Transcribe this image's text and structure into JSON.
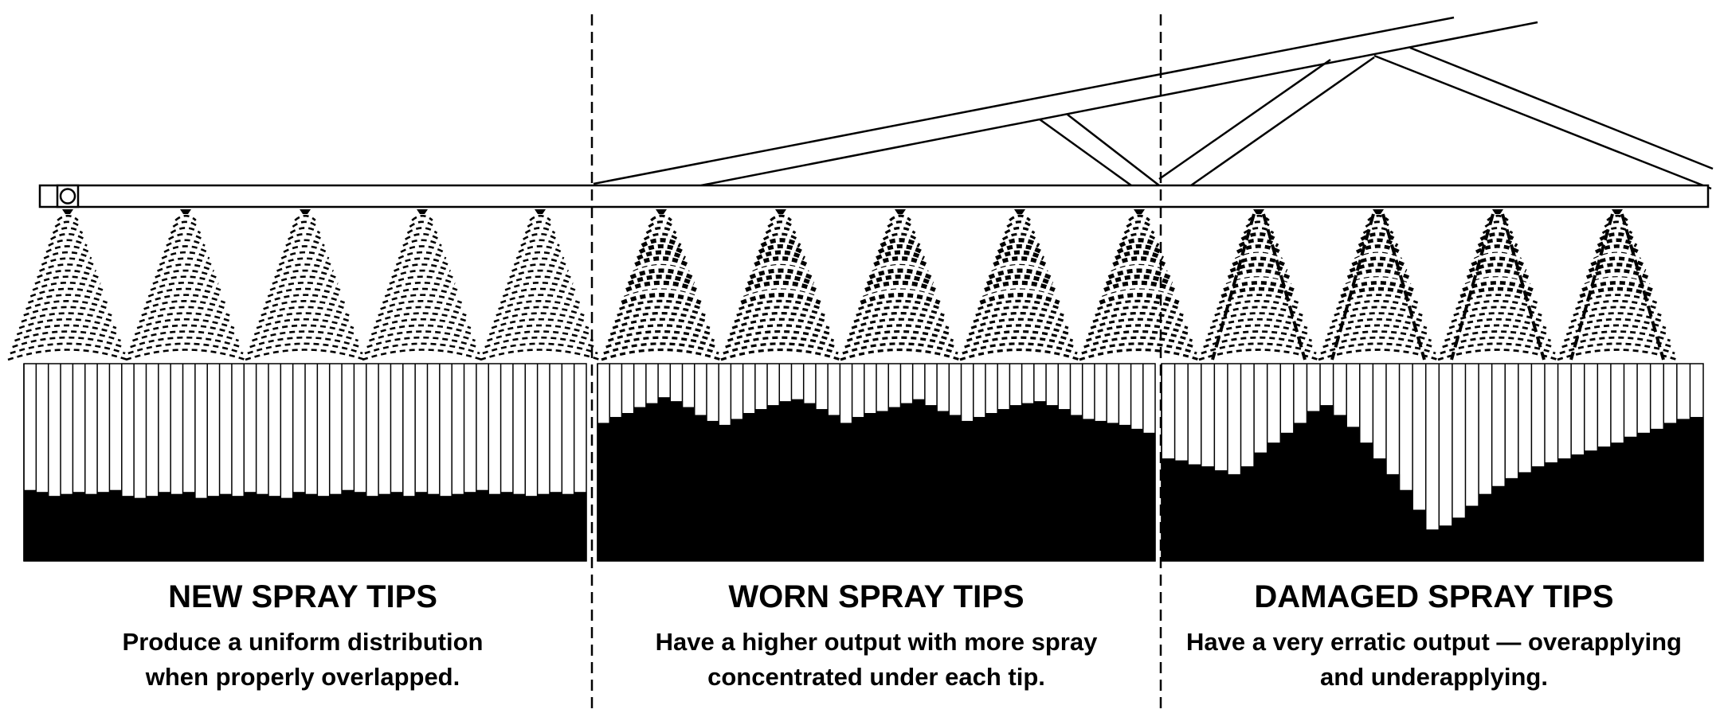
{
  "panels": [
    {
      "id": "new",
      "title": "NEW SPRAY TIPS",
      "description_lines": [
        "Produce a uniform distribution",
        "when properly overlapped."
      ],
      "nozzle_count": 5,
      "spray_pattern": "uniform",
      "collection_levels": [
        0.36,
        0.35,
        0.33,
        0.34,
        0.35,
        0.34,
        0.35,
        0.36,
        0.33,
        0.32,
        0.33,
        0.35,
        0.34,
        0.35,
        0.32,
        0.33,
        0.34,
        0.33,
        0.35,
        0.34,
        0.33,
        0.32,
        0.35,
        0.34,
        0.33,
        0.34,
        0.36,
        0.35,
        0.33,
        0.34,
        0.35,
        0.33,
        0.35,
        0.34,
        0.33,
        0.34,
        0.35,
        0.36,
        0.34,
        0.35,
        0.34,
        0.33,
        0.34,
        0.35,
        0.34,
        0.35
      ]
    },
    {
      "id": "worn",
      "title": "WORN SPRAY TIPS",
      "description_lines": [
        "Have a higher output with more spray",
        "concentrated under each tip."
      ],
      "nozzle_count": 5,
      "spray_pattern": "concentrated",
      "collection_levels": [
        0.7,
        0.73,
        0.75,
        0.78,
        0.8,
        0.83,
        0.81,
        0.78,
        0.74,
        0.71,
        0.69,
        0.72,
        0.75,
        0.77,
        0.79,
        0.81,
        0.82,
        0.8,
        0.77,
        0.74,
        0.7,
        0.73,
        0.75,
        0.76,
        0.78,
        0.8,
        0.82,
        0.79,
        0.76,
        0.74,
        0.71,
        0.73,
        0.75,
        0.77,
        0.79,
        0.8,
        0.81,
        0.79,
        0.77,
        0.74,
        0.72,
        0.71,
        0.7,
        0.69,
        0.67,
        0.65
      ]
    },
    {
      "id": "damaged",
      "title": "DAMAGED SPRAY TIPS",
      "description_lines": [
        "Have a very erratic output — overapplying",
        "and underapplying."
      ],
      "nozzle_count": 4,
      "spray_pattern": "erratic",
      "collection_levels": [
        0.52,
        0.51,
        0.49,
        0.48,
        0.46,
        0.44,
        0.48,
        0.55,
        0.6,
        0.65,
        0.7,
        0.76,
        0.79,
        0.74,
        0.68,
        0.6,
        0.52,
        0.44,
        0.36,
        0.26,
        0.16,
        0.18,
        0.22,
        0.28,
        0.34,
        0.38,
        0.42,
        0.45,
        0.48,
        0.5,
        0.52,
        0.54,
        0.56,
        0.58,
        0.6,
        0.63,
        0.65,
        0.67,
        0.7,
        0.72,
        0.73
      ]
    }
  ]
}
